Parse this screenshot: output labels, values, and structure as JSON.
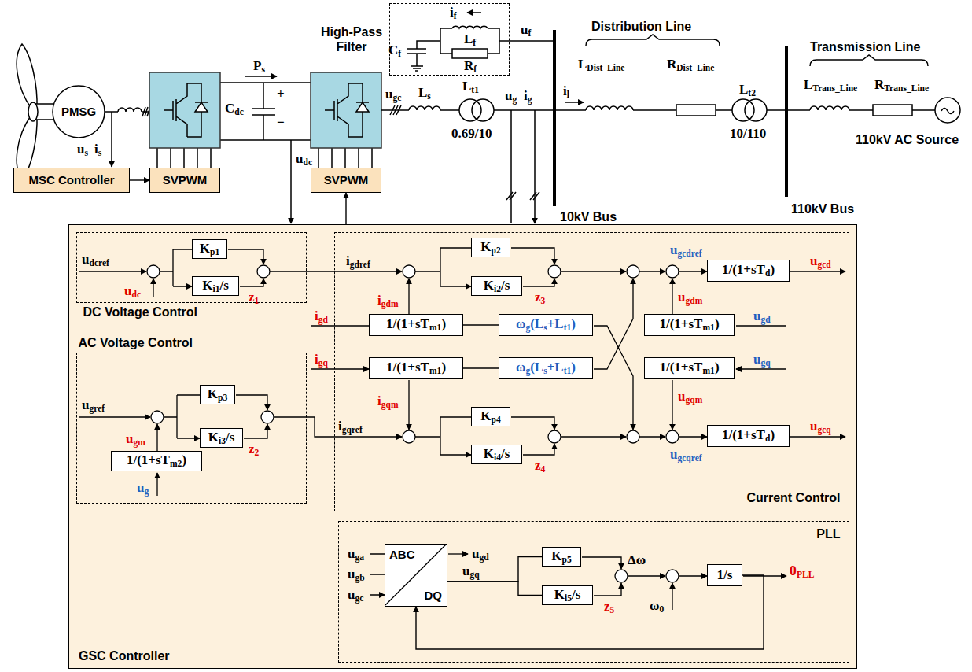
{
  "diagram": {
    "nodes": [
      {
        "text": [
          "PMSG"
        ]
      },
      {
        "text": [
          "MSC Controller"
        ]
      },
      {
        "text": [
          "SVPWM"
        ]
      },
      {
        "text": [
          "High-Pass Filter"
        ]
      },
      {
        "text": [
          "SVPWM"
        ]
      },
      {
        "text": [
          "GSC Controller"
        ]
      },
      {
        "text": [
          "DC Voltage Control"
        ],
        "in": 5
      },
      {
        "text": [
          "Kp1"
        ],
        "in": 6
      },
      {
        "text": [
          "Ki1/s"
        ],
        "in": 6
      },
      {
        "text": [
          "AC Voltage Control"
        ],
        "in": 5
      },
      {
        "text": [
          "Kp3"
        ],
        "in": 9
      },
      {
        "text": [
          "Ki3/s"
        ],
        "in": 9
      },
      {
        "text": [
          "1/(1+sTm2)"
        ],
        "in": 9
      },
      {
        "text": [
          "Current Control"
        ],
        "in": 5
      },
      {
        "text": [
          "Kp2"
        ],
        "in": 13
      },
      {
        "text": [
          "Ki2/s"
        ],
        "in": 13
      },
      {
        "text": [
          "1/(1+sTm1)"
        ],
        "in": 13
      },
      {
        "text": [
          "ωg(Ls+Lt1)"
        ],
        "in": 13
      },
      {
        "text": [
          "1/(1+sTm1)"
        ],
        "in": 13
      },
      {
        "text": [
          "1/(1+sTd)"
        ],
        "in": 13
      },
      {
        "text": [
          "1/(1+sTm1)"
        ],
        "in": 13
      },
      {
        "text": [
          "ωg(Ls+Lt1)"
        ],
        "in": 13
      },
      {
        "text": [
          "1/(1+sTm1)"
        ],
        "in": 13
      },
      {
        "text": [
          "Kp4"
        ],
        "in": 13
      },
      {
        "text": [
          "Ki4/s"
        ],
        "in": 13
      },
      {
        "text": [
          "1/(1+sTd)"
        ],
        "in": 13
      },
      {
        "text": [
          "PLL"
        ],
        "in": 5
      },
      {
        "text": [
          "ABC",
          "DQ"
        ],
        "in": 26
      },
      {
        "text": [
          "Kp5"
        ],
        "in": 26
      },
      {
        "text": [
          "Ki5/s"
        ],
        "in": 26
      },
      {
        "text": [
          "1/s"
        ],
        "in": 26
      }
    ],
    "edges": [
      {
        "from": 1,
        "to": 2,
        "arrow": "to"
      },
      {
        "from": 5,
        "to": 4,
        "arrow": "to"
      },
      {
        "from": 16,
        "to": 17,
        "arrow": "none"
      },
      {
        "from": 20,
        "to": 21,
        "arrow": "none"
      },
      {
        "from": 27,
        "to": 28,
        "arrow": "none"
      },
      {
        "from": 27,
        "to": 29,
        "arrow": "none"
      },
      {
        "from": 30,
        "to": 27,
        "arrow": "to"
      }
    ],
    "labels": [
      "us",
      "is",
      "Ps",
      "Cdc",
      "+",
      "−",
      "udc",
      "ugc",
      "Ls",
      "Lt1",
      "0.69/10",
      "if",
      "Lf",
      "Rf",
      "Cf",
      "uf",
      "ug",
      "ig",
      "il",
      "10kV Bus",
      "Distribution Line",
      "LDist_Line",
      "RDist_Line",
      "Lt2",
      "10/110",
      "110kV Bus",
      "Transmission Line",
      "LTrans_Line",
      "RTrans_Line",
      "110kV AC Source",
      "udcref",
      "udc",
      "z1",
      "igdref",
      "igdm",
      "ugcdref",
      "ugcd",
      "ugdm",
      "z3",
      "igd",
      "ugd",
      "igq",
      "ugq",
      "ugqm",
      "igqm",
      "igqref",
      "z4",
      "ugcqref",
      "ugcq",
      "ugref",
      "ugm",
      "z2",
      "ug",
      "uga",
      "ugb",
      "ugc",
      "ugd",
      "ugq",
      "Δω",
      "ω0",
      "z5",
      "θPLL"
    ]
  }
}
